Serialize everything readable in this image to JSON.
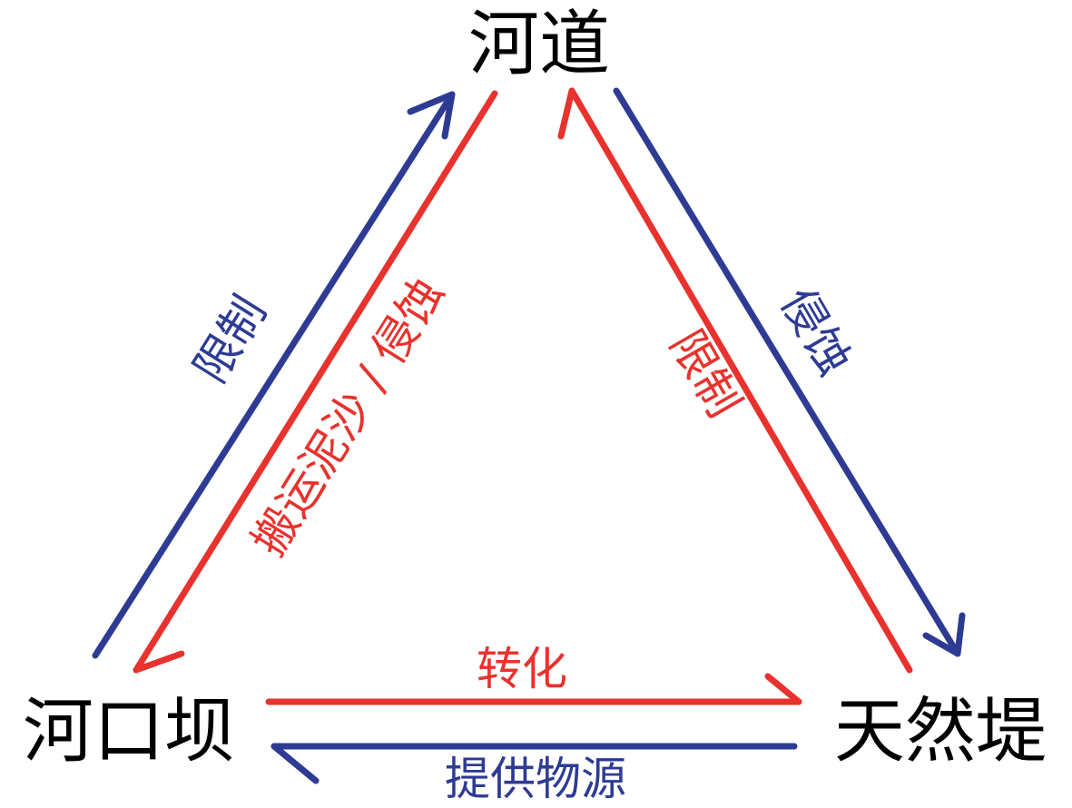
{
  "colors": {
    "red": "#e8322d",
    "blue": "#2e3b93"
  },
  "nodes": {
    "channel": "河道",
    "mouth_bar": "河口坝",
    "natural_levee": "天然堤"
  },
  "relations": {
    "bar_to_channel": "限制",
    "channel_to_bar": "搬运泥沙 / 侵蚀",
    "levee_to_channel": "限制",
    "channel_to_levee": "侵蚀",
    "bar_to_levee": "转化",
    "levee_to_bar": "提供物源"
  }
}
